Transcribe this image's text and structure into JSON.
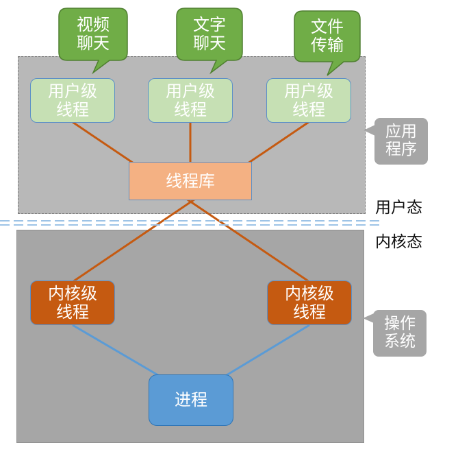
{
  "app_bubbles": [
    "视频\n聊天",
    "文字\n聊天",
    "文件\n传输"
  ],
  "user_threads": [
    "用户级\n线程",
    "用户级\n线程",
    "用户级\n线程"
  ],
  "thread_library": "线程库",
  "kernel_threads": [
    "内核级\n线程",
    "内核级\n线程"
  ],
  "process": "进程",
  "side_labels": {
    "application": "应用\n程序",
    "os": "操作\n系统",
    "user_mode": "用户态",
    "kernel_mode": "内核态"
  },
  "colors": {
    "bubble_green": "#70ad47",
    "user_region": "#b8b8b8",
    "kernel_region": "#a6a6a6",
    "user_thread_fill": "#c6e0b4",
    "kernel_thread_fill": "#c55a11",
    "thread_library_fill": "#f4b183",
    "process_fill": "#5b9bd5",
    "orange_link": "#c55a11",
    "blue_link": "#5b9bd5",
    "mode_divider": "#9dc3e6"
  }
}
